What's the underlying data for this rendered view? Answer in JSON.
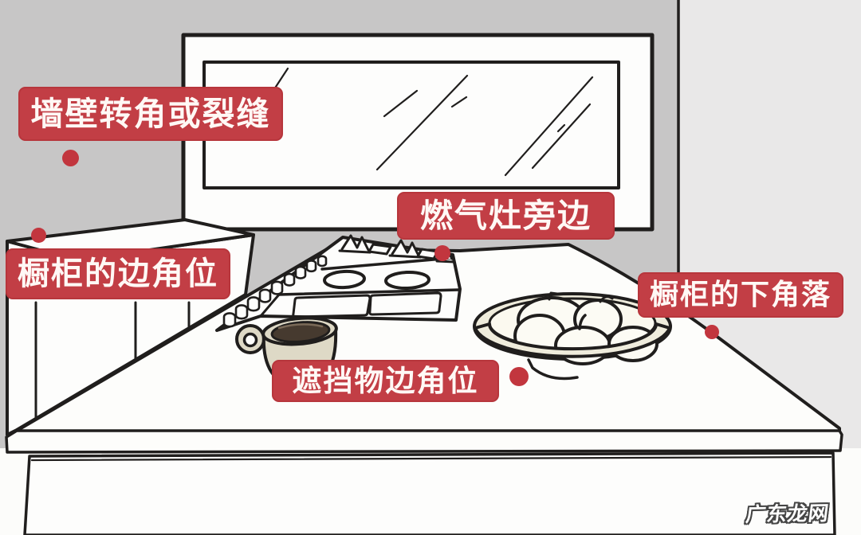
{
  "diagram": {
    "watermark": "广东龙网",
    "labels": [
      {
        "id": "wall-corner-or-crack",
        "text": "墙壁转角或裂缝"
      },
      {
        "id": "cabinet-edge-corner",
        "text": "橱柜的边角位"
      },
      {
        "id": "beside-gas-stove",
        "text": "燃气灶旁边"
      },
      {
        "id": "cabinet-lower-corner",
        "text": "橱柜的下角落"
      },
      {
        "id": "covering-object-edge-corner",
        "text": "遮挡物边角位"
      }
    ],
    "colors": {
      "label_bg": "#c23e45",
      "dot": "#c2363e",
      "wall": "#c7c6c6",
      "right_wall": "#e9e8e8",
      "outline": "#201e1d",
      "paper": "#fdfdfc",
      "counter": "#fdfdfb",
      "cup_body": "#ded9c6",
      "coffee": "#463a2f",
      "bowl": "#efecdc",
      "apple": "#fcfbf4"
    }
  }
}
